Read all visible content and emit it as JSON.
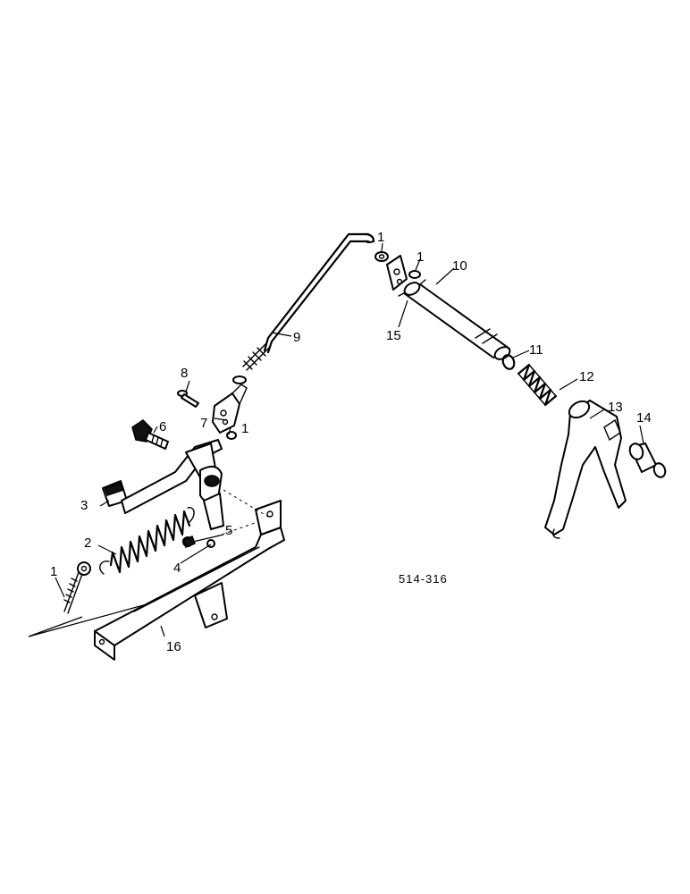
{
  "callouts": {
    "c1_rod_top": "1",
    "c1_pin_top": "1",
    "c1_clevis": "1",
    "c1_eyebolt": "1",
    "c2": "2",
    "c3": "3",
    "c4": "4",
    "c5": "5",
    "c6": "6",
    "c7": "7",
    "c8": "8",
    "c9": "9",
    "c10": "10",
    "c11": "11",
    "c12": "12",
    "c13": "13",
    "c14": "14",
    "c15": "15",
    "c16": "16"
  },
  "reference_code": "514-316"
}
